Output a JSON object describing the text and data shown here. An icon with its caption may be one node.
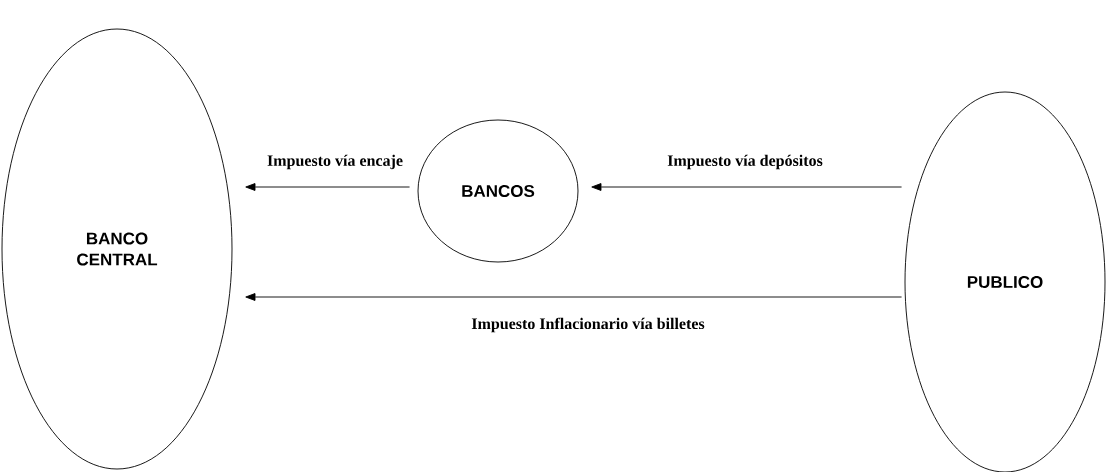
{
  "diagram": {
    "nodes": [
      {
        "text": [
          "BANCO CENTRAL"
        ]
      },
      {
        "text": [
          "BANCOS"
        ]
      },
      {
        "text": [
          "PUBLICO"
        ]
      }
    ],
    "edges": [
      {
        "from": 1,
        "to": 0,
        "arrow": "to",
        "label": "Impuesto vía encaje"
      },
      {
        "from": 2,
        "to": 1,
        "arrow": "to",
        "label": "Impuesto vía depósitos"
      },
      {
        "from": 2,
        "to": 0,
        "arrow": "to",
        "label": "Impuesto Inflacionario vía billetes"
      }
    ]
  }
}
